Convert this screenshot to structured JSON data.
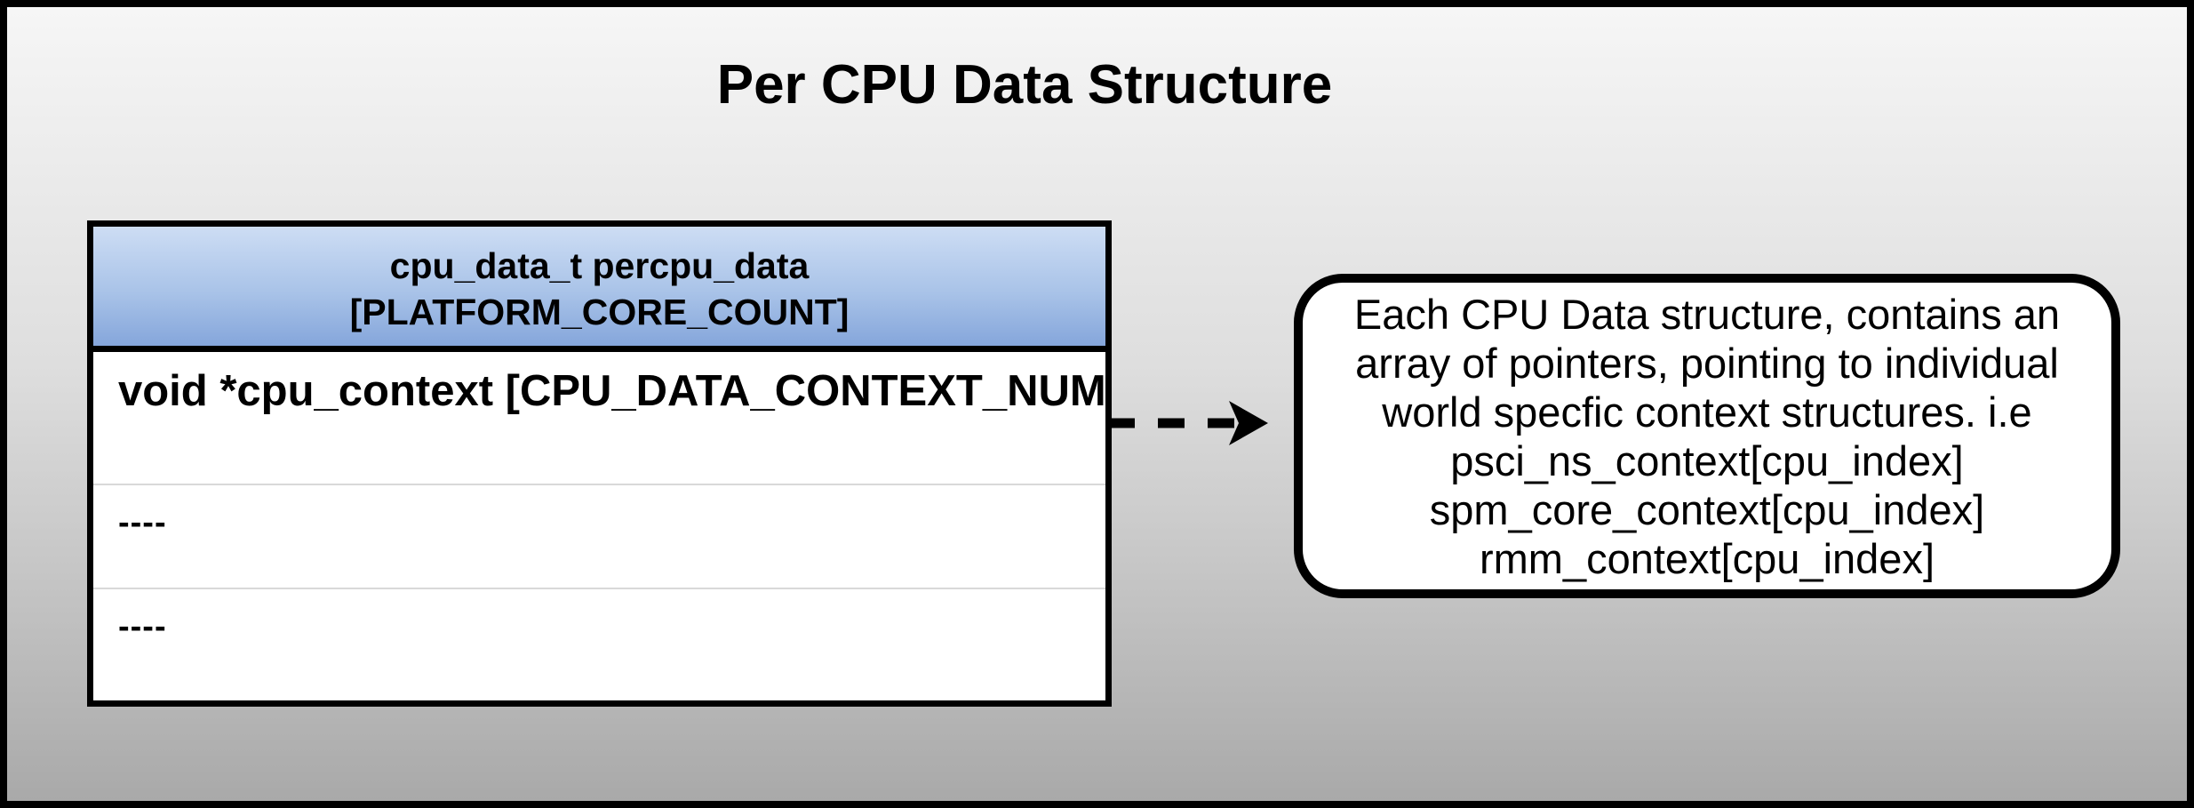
{
  "title": "Per CPU Data Structure",
  "struct_table": {
    "header": {
      "line1": "cpu_data_t percpu_data",
      "line2": "[PLATFORM_CORE_COUNT]"
    },
    "rows": [
      "void *cpu_context [CPU_DATA_CONTEXT_NUM]",
      "----",
      "----"
    ]
  },
  "arrow": {
    "style": "dashed",
    "direction": "right"
  },
  "note_box": {
    "lines": [
      "Each CPU Data structure, contains an",
      "array of pointers, pointing to individual",
      "world specfic context structures. i.e",
      "psci_ns_context[cpu_index]",
      "spm_core_context[cpu_index]",
      "rmm_context[cpu_index]"
    ]
  },
  "colors": {
    "outer_border": "#000000",
    "background_top": "#f6f6f6",
    "background_bottom": "#a9a9a9",
    "header_gradient_top": "#cdddf4",
    "header_gradient_bottom": "#85a6db",
    "row_divider": "#d9d9d9",
    "box_fill": "#ffffff",
    "text": "#000000"
  }
}
